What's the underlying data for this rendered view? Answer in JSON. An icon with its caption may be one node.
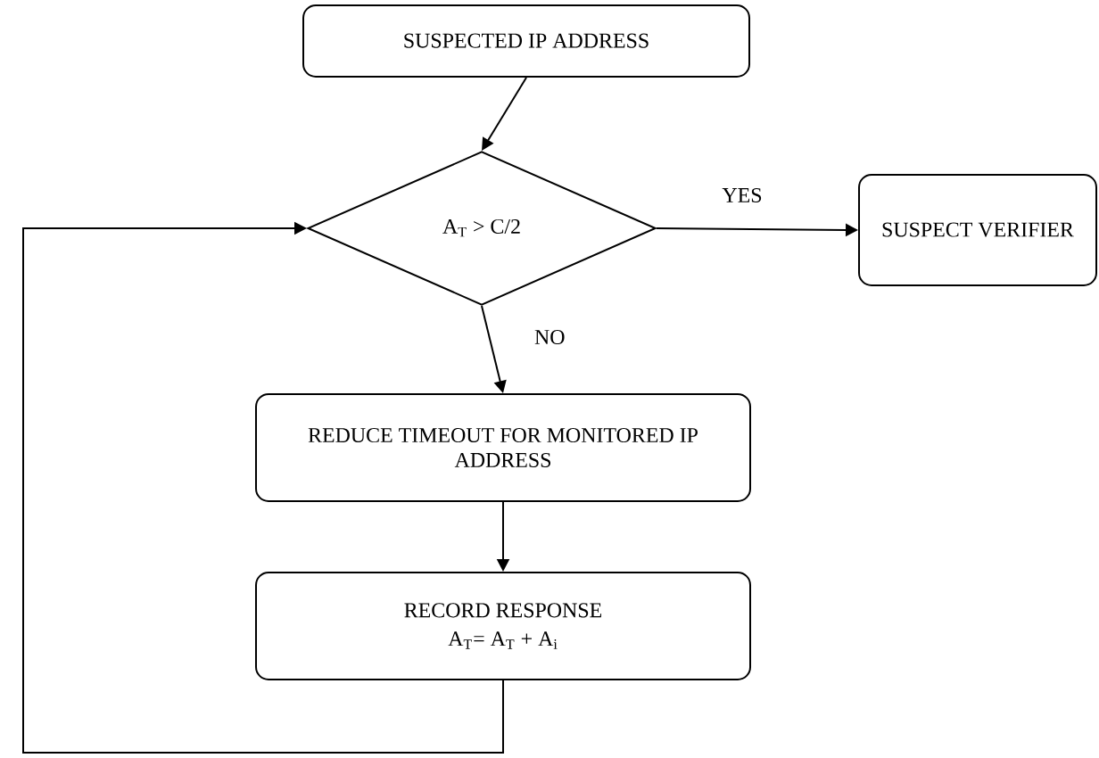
{
  "diagram": {
    "nodes": [
      {
        "text": [
          "SUSPECTED IP ADDRESS"
        ]
      },
      {
        "text": [
          "A$_{T}$ > C/2"
        ]
      },
      {
        "text": [
          "SUSPECT VERIFIER"
        ]
      },
      {
        "text": [
          "REDUCE TIMEOUT FOR MONITORED IP ADDRESS"
        ]
      },
      {
        "text": [
          "RECORD RESPONSE",
          "A$_{T}$= A$_{T}$ + A$_{i}$"
        ]
      }
    ],
    "edges": [
      {
        "from": 0,
        "to": 1,
        "arrow": "to"
      },
      {
        "from": 1,
        "to": 2,
        "arrow": "to",
        "label": "YES"
      },
      {
        "from": 1,
        "to": 3,
        "arrow": "to",
        "label": "NO"
      },
      {
        "from": 3,
        "to": 4,
        "arrow": "to"
      },
      {
        "from": 4,
        "to": 1,
        "arrow": "to"
      }
    ]
  }
}
